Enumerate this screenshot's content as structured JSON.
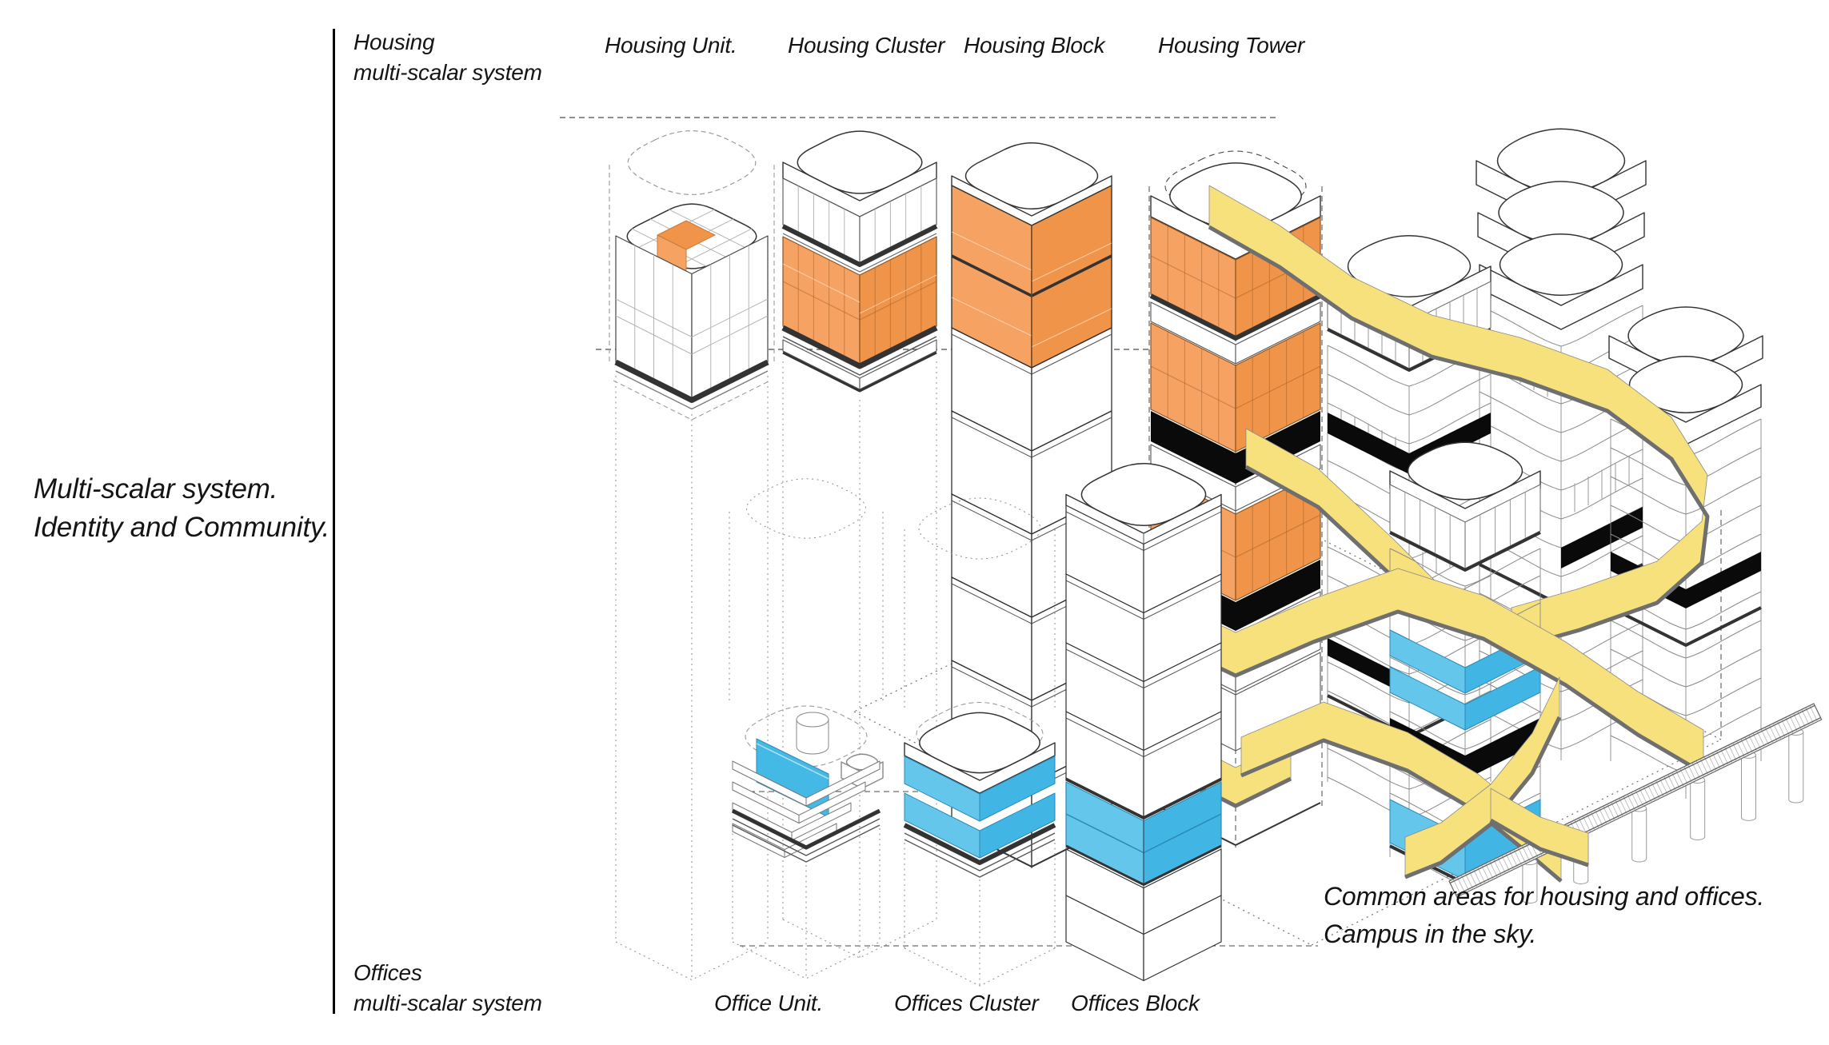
{
  "page": {
    "background": "#ffffff"
  },
  "diagram": {
    "title": {
      "line1": "Multi-scalar system.",
      "line2": "Identity and Community."
    },
    "housing_axis": {
      "line1": "Housing",
      "line2": "multi-scalar system"
    },
    "offices_axis": {
      "line1": "Offices",
      "line2": "multi-scalar system"
    },
    "housing_scales": [
      {
        "label": "Housing Unit."
      },
      {
        "label": "Housing Cluster"
      },
      {
        "label": "Housing Block"
      },
      {
        "label": "Housing Tower"
      }
    ],
    "office_scales": [
      {
        "label": "Office Unit."
      },
      {
        "label": "Offices Cluster"
      },
      {
        "label": "Offices Block"
      }
    ],
    "annotation": {
      "line1": "Common areas for housing and offices.",
      "line2": "Campus in the sky."
    },
    "legend_colors": {
      "housing_highlight": "#f2994e",
      "housing_face_left": "#f5a263",
      "housing_face_right": "#ef9449",
      "offices_highlight": "#45b9e6",
      "offices_face_left": "#63c6ea",
      "offices_face_right": "#41b6e4",
      "common_areas_yellow": "#f6e17c",
      "slab_black": "#0a0a0a",
      "edge_gray": "#6f6f6f",
      "line_dark": "#2e2e2e",
      "ghost_gray": "#9b9b9b"
    }
  }
}
